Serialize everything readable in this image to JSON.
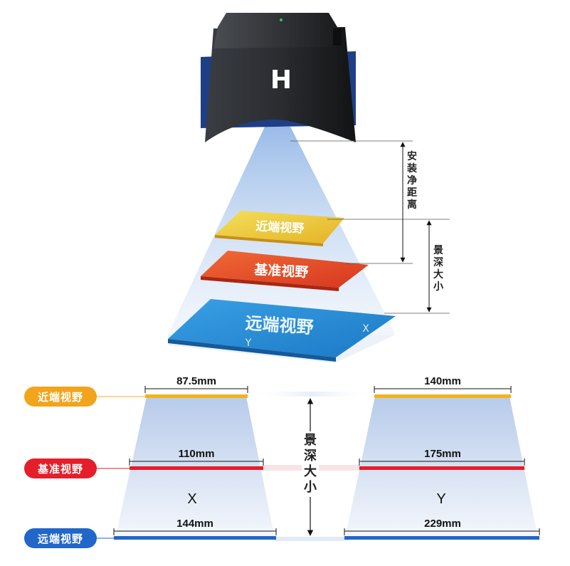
{
  "camera": {
    "logo": "H"
  },
  "labels": {
    "install_distance": "安装净距离",
    "depth_of_field": "景深大小",
    "near_fov": "近端视野",
    "reference_fov": "基准视野",
    "far_fov": "远端视野",
    "axis_x": "X",
    "axis_y": "Y"
  },
  "x_section": {
    "near": "87.5mm",
    "reference": "110mm",
    "far": "144mm",
    "axis": "X"
  },
  "y_section": {
    "near": "140mm",
    "reference": "175mm",
    "far": "229mm",
    "axis": "Y"
  },
  "colors": {
    "near": "#f2a41c",
    "reference": "#e8202a",
    "far": "#1f6fd1",
    "near_plate": "#f0d24a",
    "reference_plate": "#ec5a2a",
    "far_plate": "#2b8fd6"
  }
}
